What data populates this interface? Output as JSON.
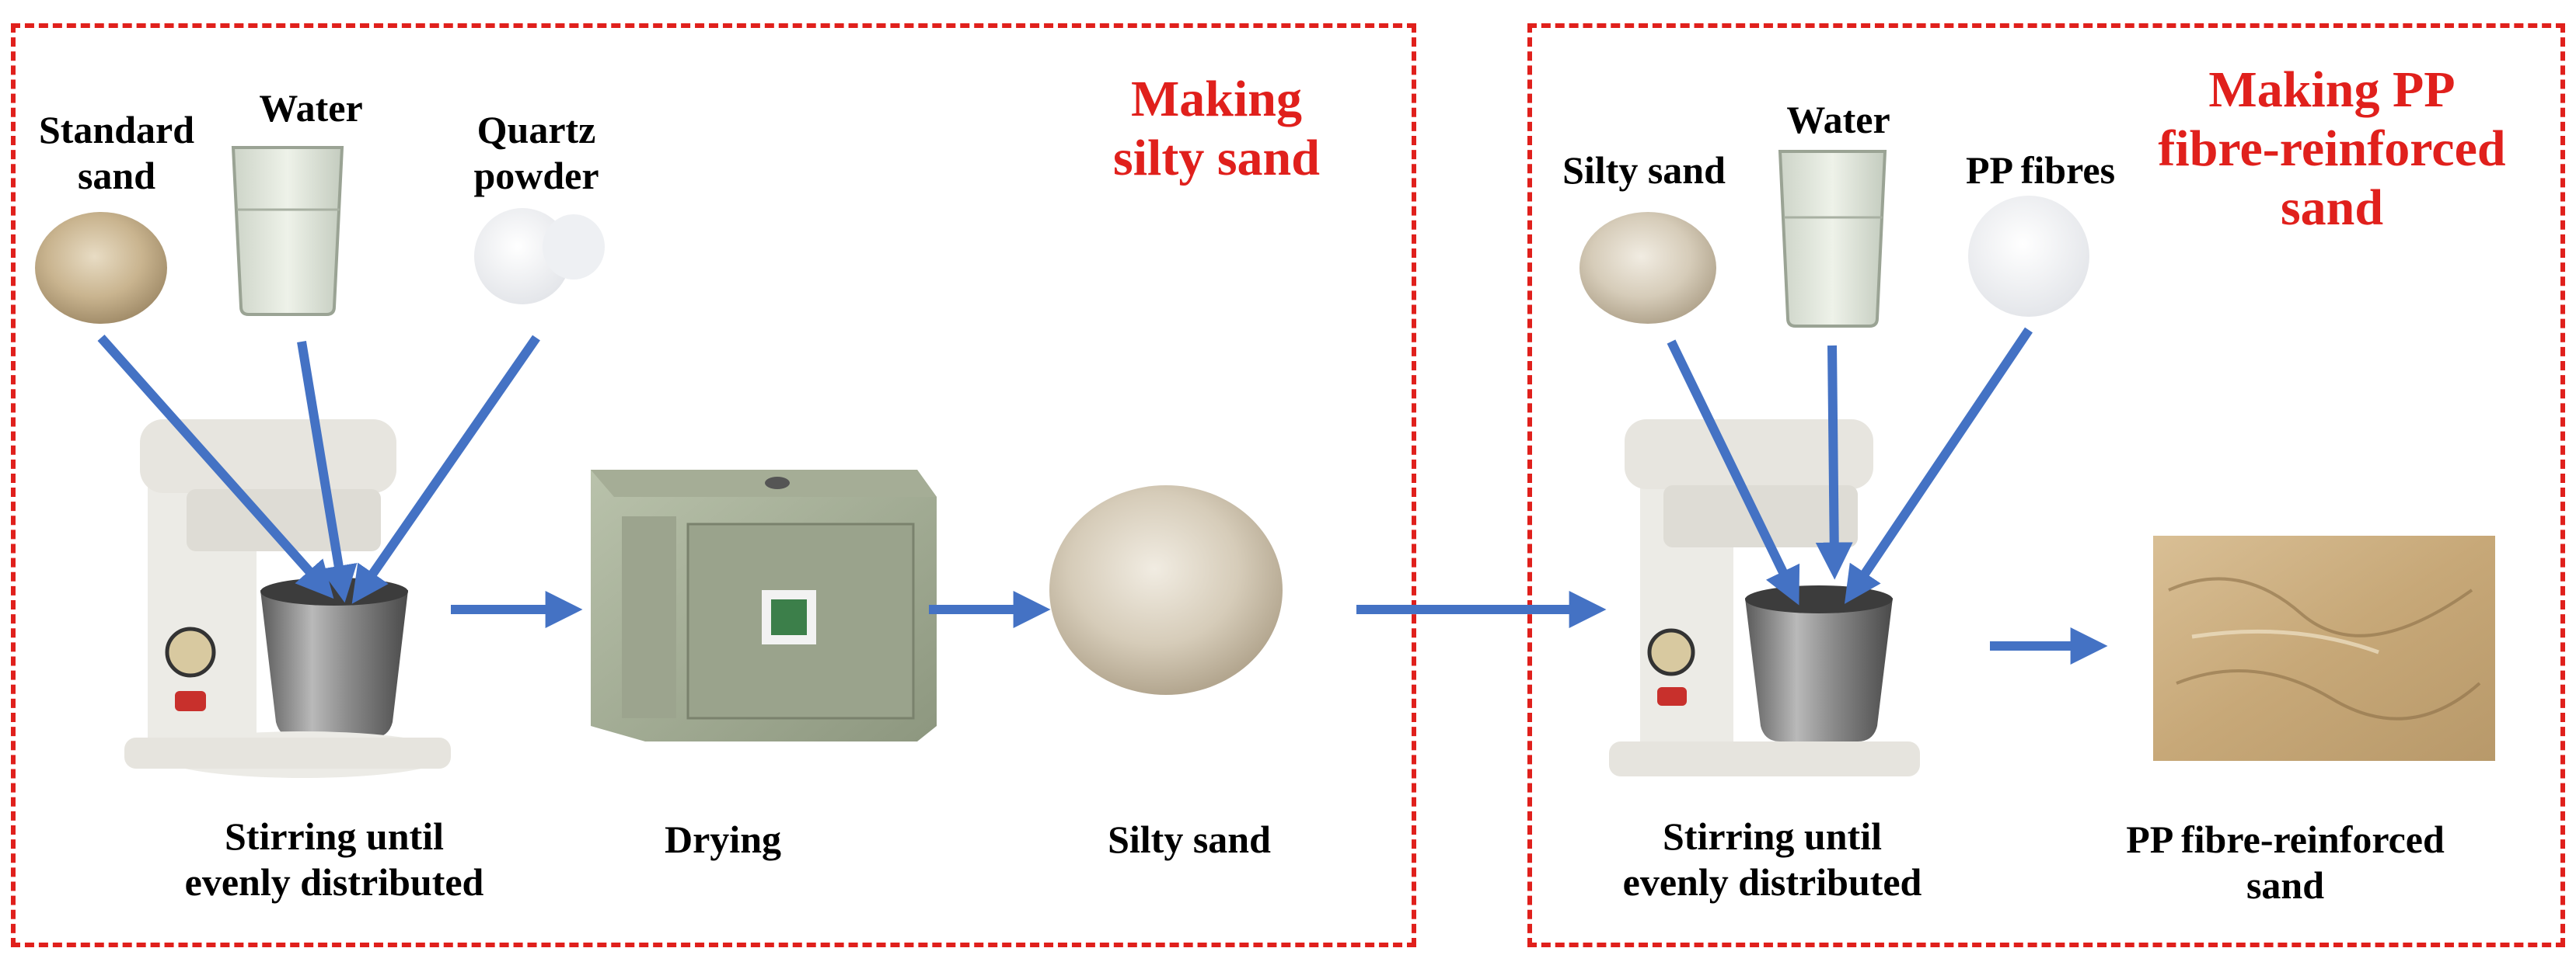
{
  "left_panel": {
    "title_line1": "Making",
    "title_line2": "silty sand",
    "inputs": {
      "standard_sand_line1": "Standard",
      "standard_sand_line2": "sand",
      "water": "Water",
      "quartz_line1": "Quartz",
      "quartz_line2": "powder"
    },
    "steps": {
      "stirring_line1": "Stirring until",
      "stirring_line2": "evenly distributed",
      "drying": "Drying",
      "silty_sand": "Silty sand"
    }
  },
  "right_panel": {
    "title_line1": "Making PP",
    "title_line2": "fibre-reinforced",
    "title_line3": "sand",
    "inputs": {
      "silty_sand": "Silty sand",
      "water": "Water",
      "pp_fibres": "PP fibres"
    },
    "steps": {
      "stirring_line1": "Stirring until",
      "stirring_line2": "evenly distributed",
      "product_line1": "PP fibre-reinforced",
      "product_line2": "sand"
    }
  },
  "colors": {
    "border": "#e0201c",
    "arrow": "#4472c4",
    "title": "#e0201c"
  }
}
